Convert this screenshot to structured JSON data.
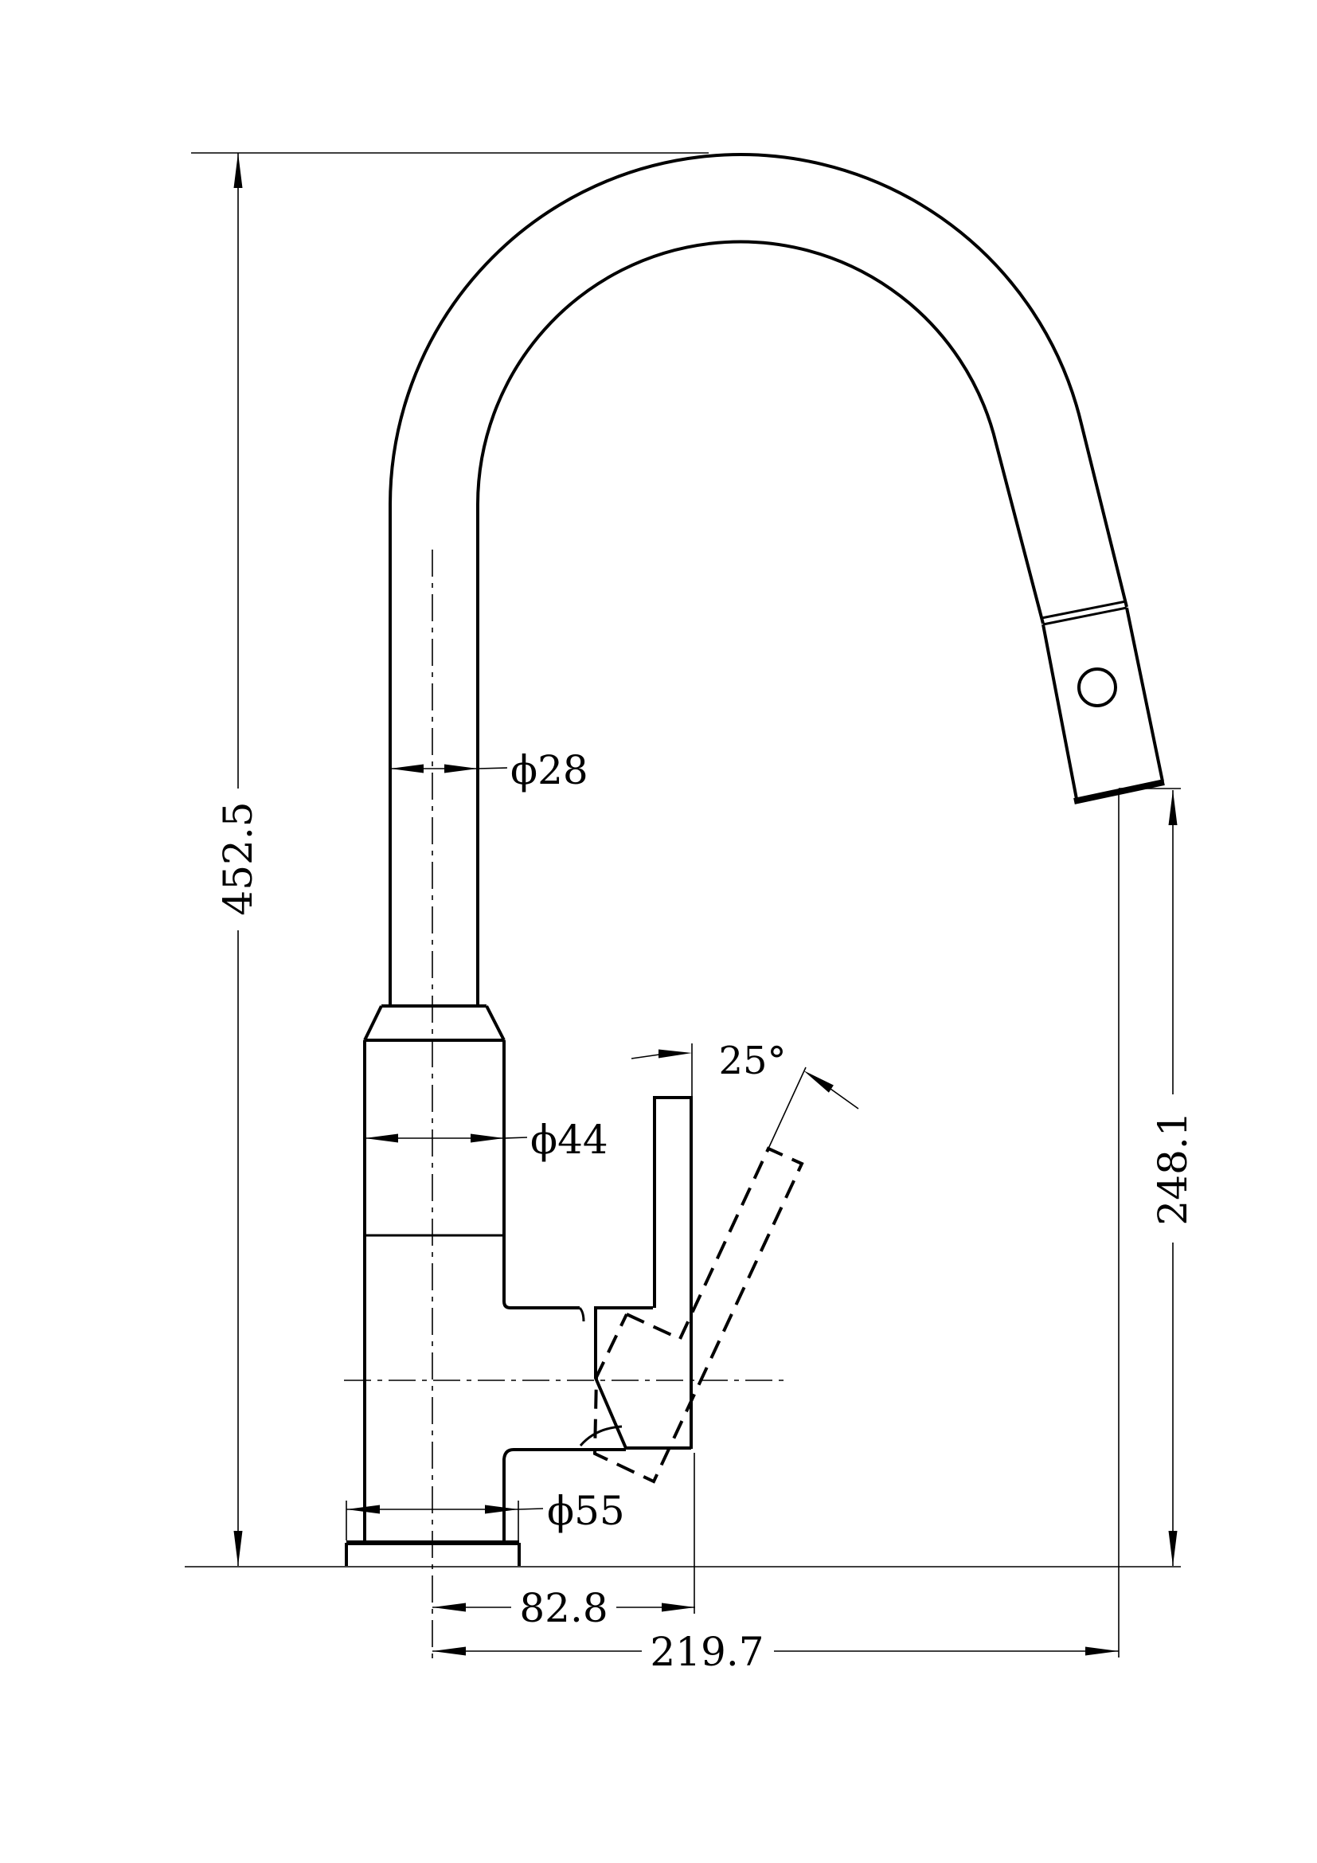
{
  "colors": {
    "ink": "#000000",
    "paper": "#ffffff"
  },
  "dimensions": {
    "total_height": {
      "label": "452.5"
    },
    "outlet_height": {
      "label": "248.1"
    },
    "spout_tube_diameter": {
      "label": "ϕ28"
    },
    "body_diameter": {
      "label": "ϕ44"
    },
    "base_diameter": {
      "label": "ϕ55"
    },
    "handle_offset": {
      "label": "82.8"
    },
    "spout_reach": {
      "label": "219.7"
    },
    "handle_angle": {
      "label": "25°"
    }
  }
}
